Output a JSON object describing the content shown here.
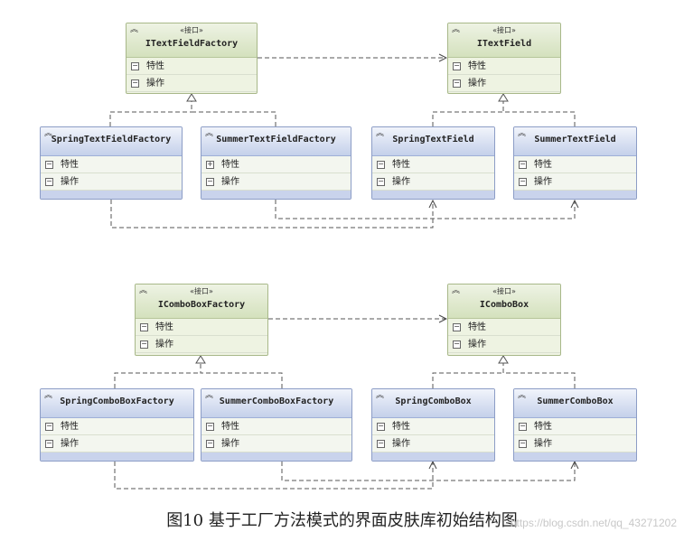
{
  "diagrams": [
    {
      "interfaces": [
        {
          "stereotype": "«接口»",
          "name": "ITextFieldFactory",
          "rows": [
            "特性",
            "操作"
          ]
        },
        {
          "stereotype": "«接口»",
          "name": "ITextField",
          "rows": [
            "特性",
            "操作"
          ]
        }
      ],
      "classes": [
        {
          "name": "SpringTextFieldFactory",
          "rows": [
            "特性",
            "操作"
          ]
        },
        {
          "name": "SummerTextFieldFactory",
          "rows": [
            "特性",
            "操作"
          ]
        },
        {
          "name": "SpringTextField",
          "rows": [
            "特性",
            "操作"
          ]
        },
        {
          "name": "SummerTextField",
          "rows": [
            "特性",
            "操作"
          ]
        }
      ]
    },
    {
      "interfaces": [
        {
          "stereotype": "«接口»",
          "name": "IComboBoxFactory",
          "rows": [
            "特性",
            "操作"
          ]
        },
        {
          "stereotype": "«接口»",
          "name": "IComboBox",
          "rows": [
            "特性",
            "操作"
          ]
        }
      ],
      "classes": [
        {
          "name": "SpringComboBoxFactory",
          "rows": [
            "特性",
            "操作"
          ]
        },
        {
          "name": "SummerComboBoxFactory",
          "rows": [
            "特性",
            "操作"
          ]
        },
        {
          "name": "SpringComboBox",
          "rows": [
            "特性",
            "操作"
          ]
        },
        {
          "name": "SummerComboBox",
          "rows": [
            "特性",
            "操作"
          ]
        }
      ]
    }
  ],
  "caption": "图10 基于工厂方法模式的界面皮肤库初始结构图",
  "watermark": "https://blog.csdn.net/qq_43271202"
}
